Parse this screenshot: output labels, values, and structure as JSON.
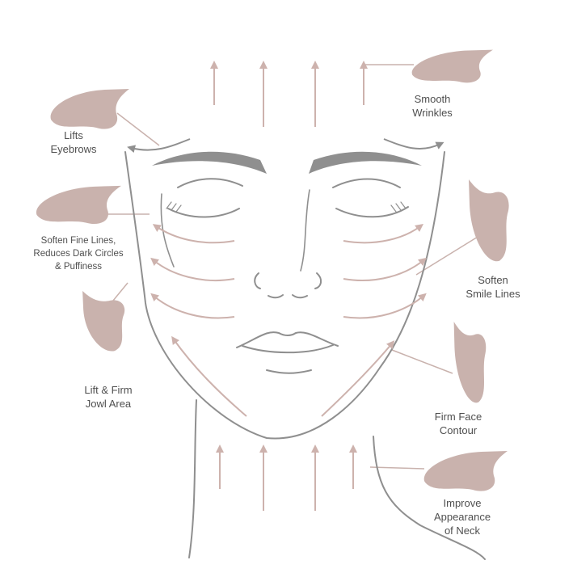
{
  "colors": {
    "stone": "#c9b2ad",
    "arrow": "#cdb2ad",
    "face_line": "#8f8f8f",
    "text": "#4f4f4f"
  },
  "labels": {
    "eyebrows": [
      "Lifts",
      "Eyebrows"
    ],
    "wrinkles": [
      "Smooth",
      "Wrinkles"
    ],
    "fine_lines": [
      "Soften Fine Lines,",
      "Reduces Dark Circles",
      "& Puffiness"
    ],
    "smile_lines": [
      "Soften",
      "Smile Lines"
    ],
    "jowl": [
      "Lift & Firm",
      "Jowl Area"
    ],
    "contour": [
      "Firm Face",
      "Contour"
    ],
    "neck": [
      "Improve",
      "Appearance",
      "of Neck"
    ]
  }
}
